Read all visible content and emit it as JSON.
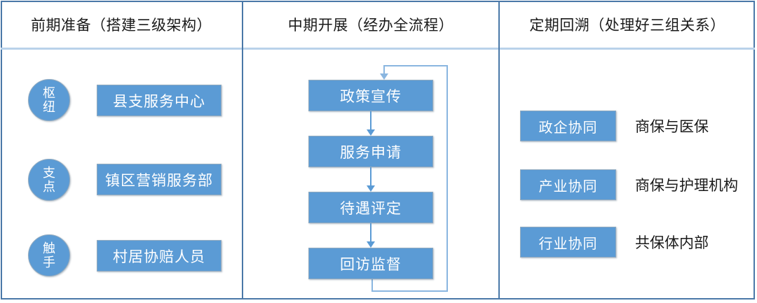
{
  "columns": [
    {
      "id": "prep",
      "header": "前期准备（搭建三级架构）"
    },
    {
      "id": "run",
      "header": "中期开展（经办全流程）"
    },
    {
      "id": "review",
      "header": "定期回溯（处理好三组关系）"
    }
  ],
  "left_column": {
    "rows": [
      {
        "role_line1": "枢",
        "role_line2": "纽",
        "org": "县支服务中心"
      },
      {
        "role_line1": "支",
        "role_line2": "点",
        "org": "镇区营销服务部"
      },
      {
        "role_line1": "触",
        "role_line2": "手",
        "org": "村居协赔人员"
      }
    ]
  },
  "middle_column": {
    "steps": [
      {
        "label": "政策宣传"
      },
      {
        "label": "服务申请"
      },
      {
        "label": "待遇评定"
      },
      {
        "label": "回访监督"
      }
    ],
    "feedback_loop": "回访监督 → 政策宣传"
  },
  "right_column": {
    "rows": [
      {
        "tag": "政企协同",
        "desc": "商保与医保"
      },
      {
        "tag": "产业协同",
        "desc": "商保与护理机构"
      },
      {
        "tag": "行业协同",
        "desc": "共保体内部"
      }
    ]
  },
  "colors": {
    "box_fill": "#5b9bd5",
    "box_border": "#8fa9bf",
    "frame_border": "#4a78a8",
    "header_rule": "#b9d2ea",
    "connector": "#5b9bd5",
    "loop": "#8ab6e0",
    "text_dark": "#1a1a1a",
    "text_light": "#ffffff"
  }
}
